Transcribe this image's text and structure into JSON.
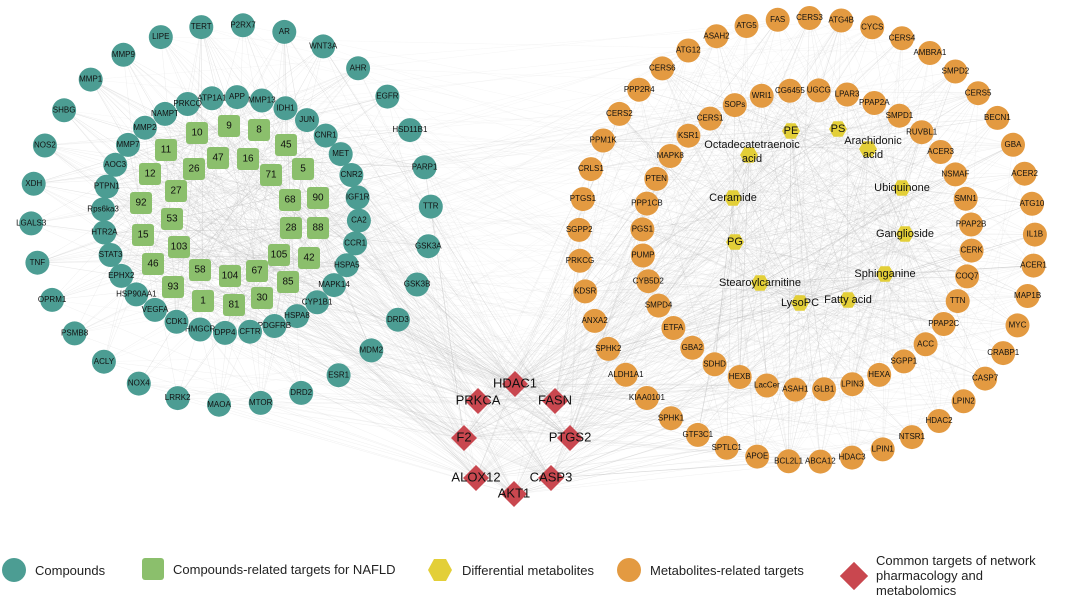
{
  "colors": {
    "compound": "#4c9d93",
    "compound_target": "#8bbf6c",
    "metabolite": "#e3cf38",
    "metabolite_target": "#e39a41",
    "common_target": "#c9474f",
    "edge": "#b8b8b8"
  },
  "compounds": [
    "TERT",
    "P2RX7",
    "AR",
    "WNT3A",
    "AHR",
    "EGFR",
    "HSD11B1",
    "PARP1",
    "TTR",
    "GSK3A",
    "GSK3B",
    "DRD3",
    "MDM2",
    "ESR1",
    "DRD2",
    "MTOR",
    "MAOA",
    "LRRK2",
    "NOX4",
    "ACLY",
    "PSMB8",
    "OPRM1",
    "TNF",
    "LGALS3",
    "XDH",
    "NOS2",
    "SHBG",
    "MMP1",
    "MMP9",
    "LIPE",
    "ATP1A1",
    "APP",
    "MMP13",
    "IDH1",
    "JUN",
    "CNR1",
    "MET",
    "CNR2",
    "IGF1R",
    "CA2",
    "CCR1",
    "HSPA5",
    "MAPK14",
    "CYP1B1",
    "HSPA8",
    "PDGFRB",
    "CFTR",
    "DPP4",
    "HMGCR",
    "CDK1",
    "VEGFA",
    "HSP90AA1",
    "EPHX2",
    "STAT3",
    "HTR2A",
    "Rps6ka3",
    "PTPN1",
    "AOC3",
    "MMP7",
    "MMP2",
    "NAMPT",
    "PRKCQ"
  ],
  "compound_targets": [
    "10",
    "9",
    "8",
    "11",
    "26",
    "47",
    "16",
    "45",
    "12",
    "71",
    "5",
    "27",
    "92",
    "68",
    "90",
    "53",
    "28",
    "88",
    "15",
    "103",
    "105",
    "42",
    "46",
    "58",
    "104",
    "67",
    "85",
    "93",
    "1",
    "81",
    "30"
  ],
  "metabolites": [
    "PE",
    "PS",
    "Octadecatetraenoic acid",
    "Arachidonic acid",
    "Ubiquinone",
    "Ceramide",
    "Ganglioside",
    "PG",
    "Sphinganine",
    "Stearoylcarnitine",
    "LysoPC",
    "Fatty acid"
  ],
  "metabolite_targets": [
    "CERS3",
    "ATG4B",
    "CYCS",
    "CERS4",
    "AMBRA1",
    "SMPD2",
    "CERS5",
    "BECN1",
    "GBA",
    "ACER2",
    "ATG10",
    "IL1B",
    "ACER1",
    "MAP1B",
    "MYC",
    "CRABP1",
    "CASP7",
    "LPIN2",
    "HDAC2",
    "NTSR1",
    "LPIN1",
    "HDAC3",
    "ABCA12",
    "BCL2L1",
    "APOE",
    "SPTLC1",
    "GTF3C1",
    "SPHK1",
    "KIAA0101",
    "ALDH1A1",
    "SPHK2",
    "ANXA2",
    "KDSR",
    "PRKCG",
    "SGPP2",
    "PTGS1",
    "CRLS1",
    "PPM1K",
    "CERS2",
    "PPP2R4",
    "CERS6",
    "ATG12",
    "ASAH2",
    "ATG5",
    "FAS",
    "UGCG",
    "LPAR3",
    "PPAP2A",
    "SMPD1",
    "RUVBL1",
    "ACER3",
    "NSMAF",
    "SMN1",
    "PPAP2B",
    "CERK",
    "COQ7",
    "TTN",
    "PPAP2C",
    "ACC",
    "SGPP1",
    "HEXA",
    "LPIN3",
    "GLB1",
    "ASAH1",
    "LacCer",
    "HEXB",
    "SDHD",
    "GBA2",
    "ETFA",
    "SMPD4",
    "CYB5D2",
    "PUMP",
    "PGS1",
    "PPP1CB",
    "PTEN",
    "MAPK8",
    "KSR1",
    "CERS1",
    "SOPs",
    "WRI1",
    "CG6455"
  ],
  "common_targets": [
    "HDAC1",
    "PRKCA",
    "FASN",
    "F2",
    "PTGS2",
    "ALOX12",
    "CASP3",
    "AKT1"
  ],
  "legend": {
    "compounds": "Compounds",
    "compound_targets": "Compounds-related targets for NAFLD",
    "metabolites": "Differential metabolites",
    "metabolite_targets": "Metabolites-related targets",
    "common_targets_line1": "Common targets of network",
    "common_targets_line2": "pharmacology and metabolomics"
  }
}
